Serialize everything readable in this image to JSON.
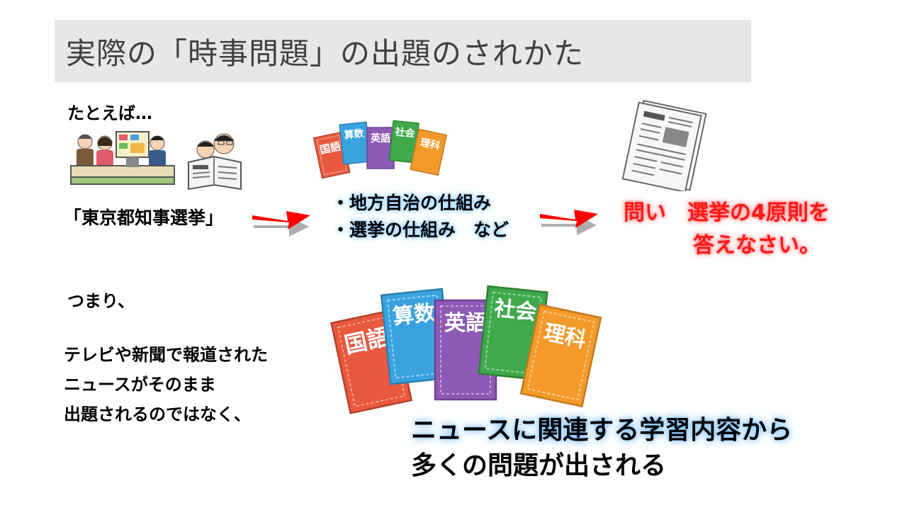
{
  "slide": {
    "title": "実際の「時事問題」の出題のされかた",
    "example_label": "たとえば…",
    "election_label": "「東京都知事選挙」",
    "topics": [
      "・地方自治の仕組み",
      "・選挙の仕組み　など"
    ],
    "question": {
      "line1": "問い　選挙の4原則を",
      "line2": "答えなさい。"
    },
    "conclusion_label": "つまり、",
    "body_lines": [
      "テレビや新聞で報道された",
      "ニュースがそのまま",
      "出題されるのではなく、"
    ],
    "result_lines": [
      "ニュースに関連する学習内容から",
      "多くの問題が出される"
    ]
  },
  "books": [
    {
      "label": "国語",
      "color": "#e8593f"
    },
    {
      "label": "算数",
      "color": "#3aa3df"
    },
    {
      "label": "英語",
      "color": "#8e5ab5"
    },
    {
      "label": "社会",
      "color": "#3fa94b"
    },
    {
      "label": "理科",
      "color": "#f39a2b"
    }
  ],
  "icons": {
    "news_studio": "news-studio-illustration",
    "reading_newspaper": "reading-newspaper-illustration",
    "newspaper": "newspaper-illustration"
  },
  "colors": {
    "title_bg": "#e7e7e7",
    "arrow_red": "#ff0000",
    "question_red": "#ff1a1a"
  }
}
